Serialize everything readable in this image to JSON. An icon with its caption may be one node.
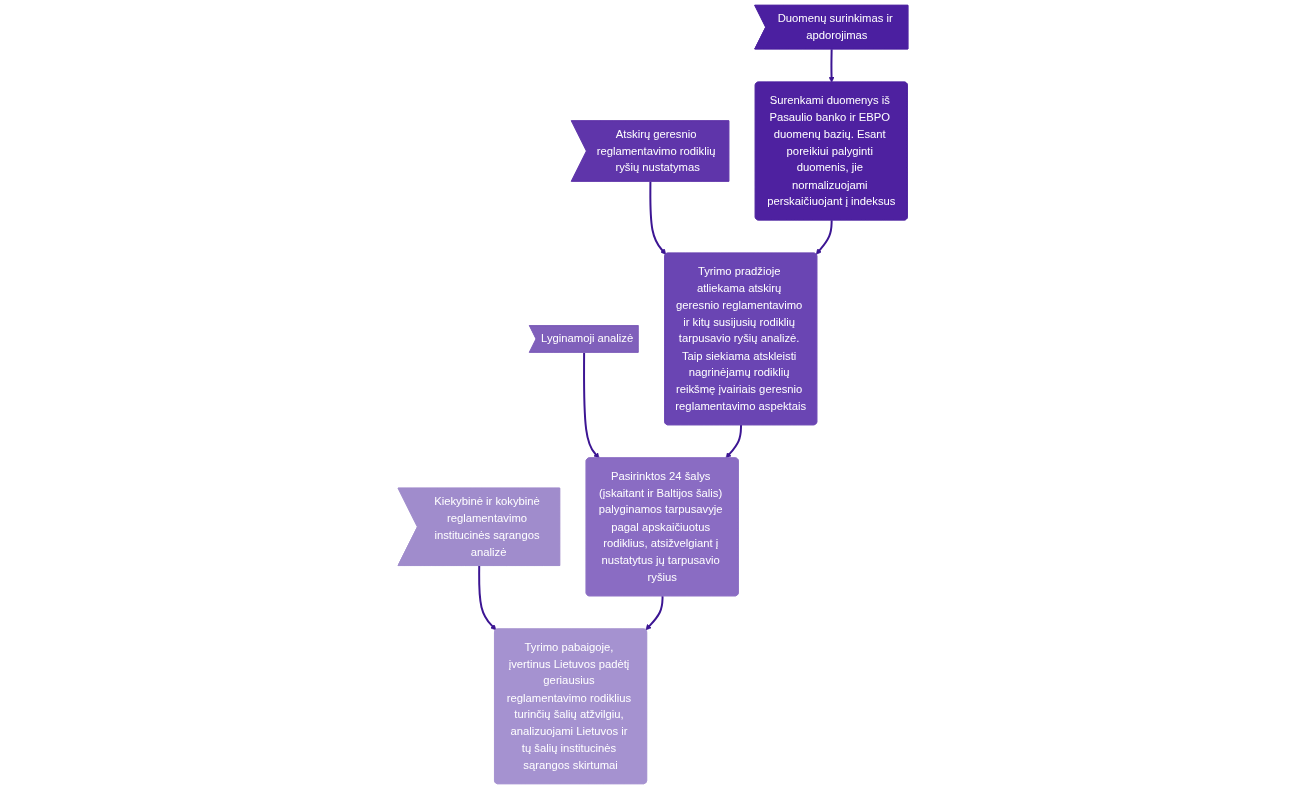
{
  "diagram": {
    "nodes": [
      {
        "text": [
          "Duomenų surinkimas ir apdorojimas"
        ]
      },
      {
        "text": [
          "Atskirų geresnio reglamentavimo rodiklių ryšių nustatymas"
        ]
      },
      {
        "text": [
          "Lyginamoji analizė"
        ]
      },
      {
        "text": [
          "Kiekybinė ir kokybinė reglamentavimo institucinės sąrangos analizė"
        ]
      },
      {
        "text": [
          "Surenkami duomenys iš Pasaulio banko ir EBPO duomenų bazių. Esant poreikiui palyginti duomenis, jie normalizuojami perskaičiuojant į indeksus"
        ]
      },
      {
        "text": [
          "Tyrimo pradžioje atliekama atskirų geresnio reglamentavimo ir kitų susijusių rodiklių tarpusavio ryšių analizė. Taip siekiama atskleisti nagrinėjamų rodiklių reikšmę įvairiais geresnio reglamentavimo aspektais"
        ]
      },
      {
        "text": [
          "Pasirinktos 24 šalys (įskaitant ir Baltijos šalis) palyginamos tarpusavyje pagal apskaičiuotus rodiklius, atsižvelgiant į nustatytus jų tarpusavio ryšius"
        ]
      },
      {
        "text": [
          "Tyrimo pabaigoje, įvertinus Lietuvos padėtį geriausius reglamentavimo rodiklius turinčių šalių atžvilgiu, analizuojami Lietuvos ir tų šalių institucinės sąrangos skirtumai"
        ]
      }
    ],
    "edges": [
      {
        "from": 0,
        "to": 4,
        "arrow": "to"
      },
      {
        "from": 1,
        "to": 5,
        "arrow": "to"
      },
      {
        "from": 2,
        "to": 6,
        "arrow": "to"
      },
      {
        "from": 3,
        "to": 7,
        "arrow": "to"
      },
      {
        "from": 4,
        "to": 5,
        "arrow": "to"
      },
      {
        "from": 5,
        "to": 6,
        "arrow": "to"
      },
      {
        "from": 6,
        "to": 7,
        "arrow": "to"
      }
    ]
  }
}
